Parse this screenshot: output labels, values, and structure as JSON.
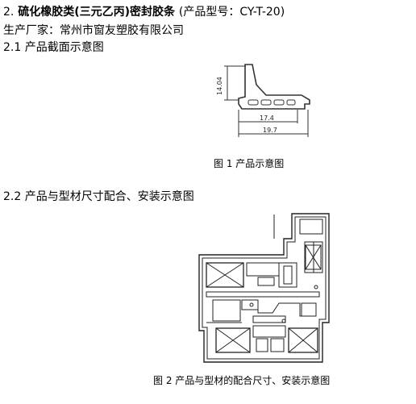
{
  "heading": {
    "number": "2.",
    "title": "硫化橡胶类(三元乙丙)密封胶条",
    "model_label": "(产品型号：",
    "model_value": "CY-T-20)"
  },
  "manufacturer": "生产厂家：常州市窗友塑胶有限公司",
  "section_1": "2.1 产品截面示意图",
  "figure_1": {
    "caption": "图 1   产品示意图",
    "dim_height": "14.04",
    "dim_inner": "17.4",
    "dim_outer": "19.7"
  },
  "section_2": "2.2 产品与型材尺寸配合、安装示意图",
  "figure_2": {
    "caption": "图 2   产品与型材的配合尺寸、安装示意图"
  }
}
